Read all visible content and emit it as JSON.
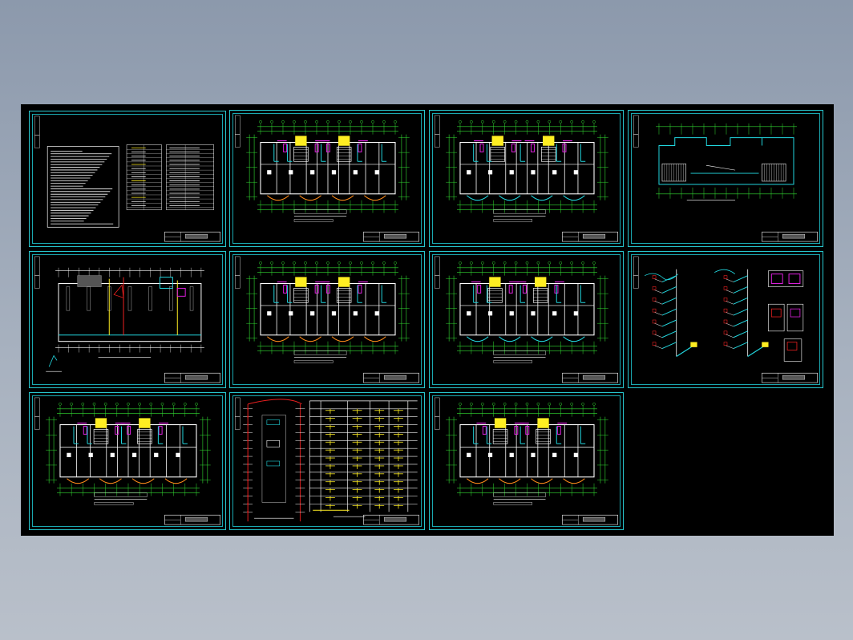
{
  "viewer": {
    "background": "#8c99ac",
    "canvas_background": "#000000",
    "frame_color": "#27c7cf"
  },
  "drawing_colors": {
    "wall": "#ffffff",
    "grid": "#33dd33",
    "pipe_cyan": "#22d7df",
    "pipe_magenta": "#e020e0",
    "pipe_yellow": "#ffee22",
    "pipe_red": "#ee2020",
    "pipe_orange": "#ff8c1a"
  },
  "sheets": [
    {
      "id": "cover",
      "kind": "notes"
    },
    {
      "id": "plan-1",
      "kind": "floor-plan"
    },
    {
      "id": "plan-2",
      "kind": "floor-plan"
    },
    {
      "id": "roof",
      "kind": "roof-plan"
    },
    {
      "id": "basement",
      "kind": "floor-plan"
    },
    {
      "id": "plan-3",
      "kind": "floor-plan"
    },
    {
      "id": "plan-4",
      "kind": "floor-plan"
    },
    {
      "id": "isometric",
      "kind": "isometric"
    },
    {
      "id": "plan-5",
      "kind": "floor-plan"
    },
    {
      "id": "riser",
      "kind": "riser-diagram"
    },
    {
      "id": "plan-6",
      "kind": "floor-plan"
    }
  ]
}
